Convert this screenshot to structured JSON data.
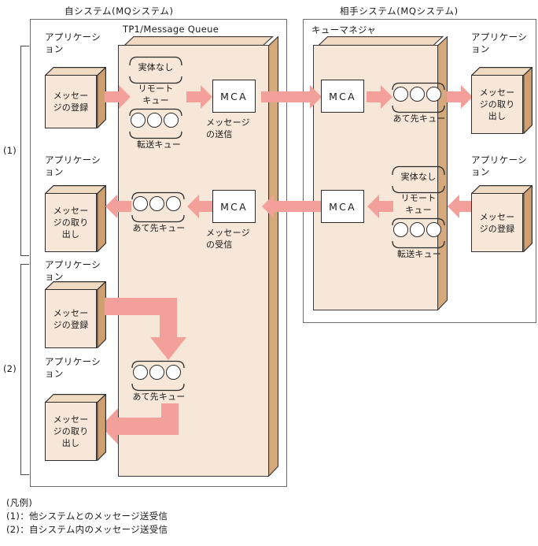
{
  "colors": {
    "arrow": "#f4a09a",
    "arrow_stroke": "#f0a19b",
    "panel_face": "#f7e7d8",
    "panel_side": "#d5a97c",
    "panel_top": "#f0d9c0",
    "box_face": "#f7e7d8",
    "box_side": "#cf9f70",
    "frame": "#6b6b6b",
    "ink": "#1a1a1a"
  },
  "systems": {
    "local": {
      "title": "自システム(MQシステム)",
      "panel_label": "TP1/Message Queue"
    },
    "remote": {
      "title": "相手システム(MQシステム)",
      "panel_label": "キューマネジャ"
    }
  },
  "labels": {
    "no_entity": "実体なし",
    "remote_queue_l1": "リモート",
    "remote_queue_l2": "キュー",
    "transfer_queue": "転送キュー",
    "dest_queue": "あて先キュー",
    "mca": "MCA",
    "msg_send_l1": "メッセージ",
    "msg_send_l2": "の送信",
    "msg_recv_l1": "メッセージ",
    "msg_recv_l2": "の受信",
    "app_caption_l1": "アプリケーシ",
    "app_caption_l2": "ョン",
    "app_register_l1": "メッセー",
    "app_register_l2": "ジの登録",
    "app_fetch_l1": "メッセー",
    "app_fetch_l2": "ジの取り",
    "app_fetch_l3": "出し"
  },
  "brackets": {
    "one": "(1)",
    "two": "(2)"
  },
  "legend": {
    "heading": "(凡例)",
    "line1": "(1)：他システムとのメッセージ送受信",
    "line2": "(2)：自システム内のメッセージ送受信"
  }
}
